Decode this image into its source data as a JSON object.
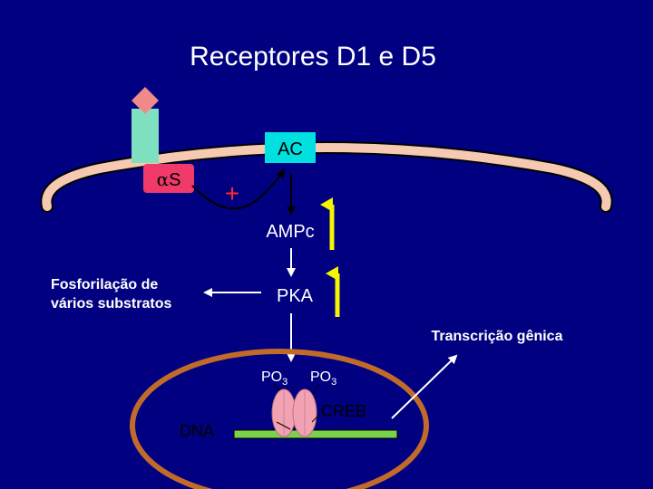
{
  "title": "Receptores D1 e D5",
  "labels": {
    "gs_alpha": "α",
    "gs_s": "S",
    "plus": "+",
    "ac": "AC",
    "ampc": "AMPc",
    "pka": "PKA",
    "phosphorylation_line1": "Fosforilação de",
    "phosphorylation_line2": "vários substratos",
    "transcription": "Transcrição gênica",
    "po3_left": "PO",
    "po3_right": "PO",
    "po3_sub": "3",
    "creb": "CREB",
    "dna": "DNA"
  },
  "colors": {
    "background": "#000080",
    "membrane": "#f5c9b2",
    "nucleus": "#c26a2a",
    "receptor": "#7fe0c0",
    "ligand": "#f08a8a",
    "gs": "#f03a6a",
    "ac_box": "#00e0e0",
    "up_arrows": "#f5f500",
    "creb_protein": "#f2a3b3",
    "dna_strand": "#7ad24a",
    "text": "#ffffff",
    "plus": "#ff2a2a"
  }
}
